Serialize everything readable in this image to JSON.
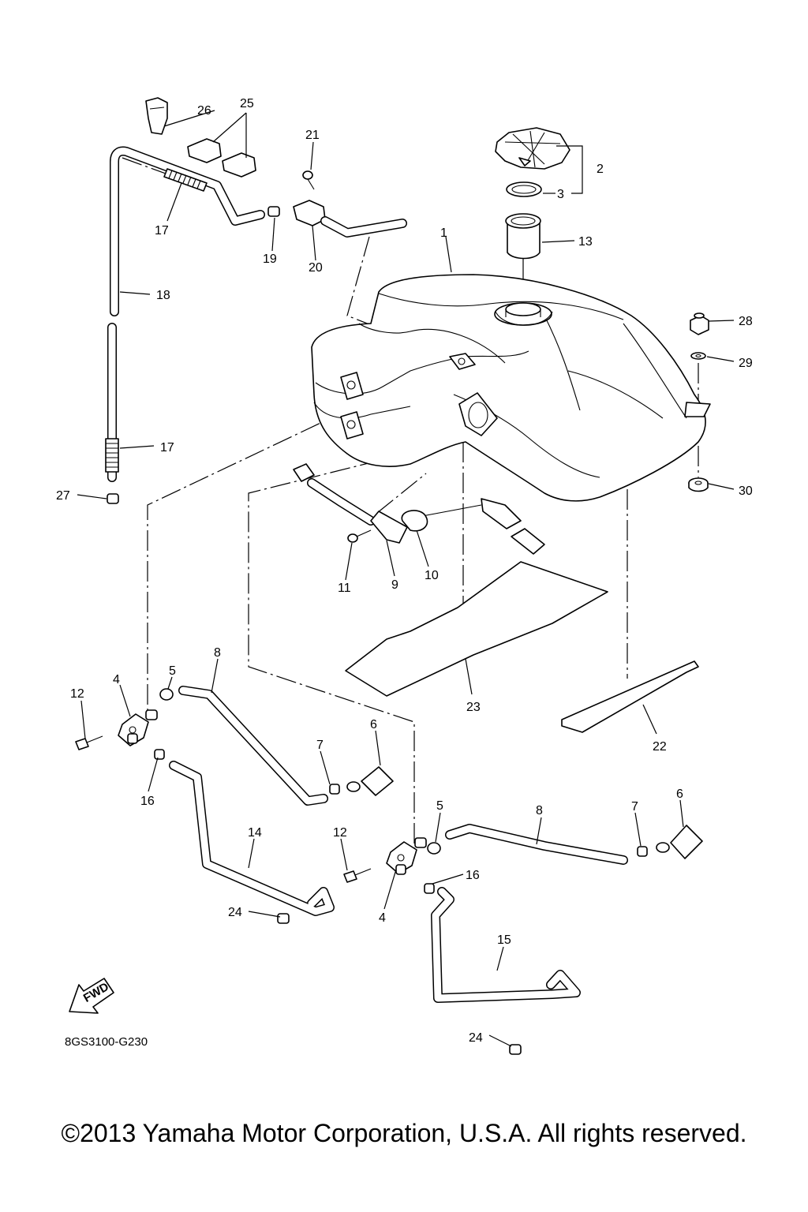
{
  "diagram": {
    "drawing_code": "8GS3100-G230",
    "fwd_label": "FWD",
    "callouts": [
      {
        "id": "c1",
        "label": "1"
      },
      {
        "id": "c2",
        "label": "2"
      },
      {
        "id": "c3",
        "label": "3"
      },
      {
        "id": "c4a",
        "label": "4"
      },
      {
        "id": "c4b",
        "label": "4"
      },
      {
        "id": "c5a",
        "label": "5"
      },
      {
        "id": "c5b",
        "label": "5"
      },
      {
        "id": "c6a",
        "label": "6"
      },
      {
        "id": "c6b",
        "label": "6"
      },
      {
        "id": "c7a",
        "label": "7"
      },
      {
        "id": "c7b",
        "label": "7"
      },
      {
        "id": "c8a",
        "label": "8"
      },
      {
        "id": "c8b",
        "label": "8"
      },
      {
        "id": "c9",
        "label": "9"
      },
      {
        "id": "c10",
        "label": "10"
      },
      {
        "id": "c11",
        "label": "11"
      },
      {
        "id": "c12a",
        "label": "12"
      },
      {
        "id": "c12b",
        "label": "12"
      },
      {
        "id": "c13",
        "label": "13"
      },
      {
        "id": "c14",
        "label": "14"
      },
      {
        "id": "c15",
        "label": "15"
      },
      {
        "id": "c16a",
        "label": "16"
      },
      {
        "id": "c16b",
        "label": "16"
      },
      {
        "id": "c17a",
        "label": "17"
      },
      {
        "id": "c17b",
        "label": "17"
      },
      {
        "id": "c18",
        "label": "18"
      },
      {
        "id": "c19",
        "label": "19"
      },
      {
        "id": "c20",
        "label": "20"
      },
      {
        "id": "c21",
        "label": "21"
      },
      {
        "id": "c22",
        "label": "22"
      },
      {
        "id": "c23",
        "label": "23"
      },
      {
        "id": "c24a",
        "label": "24"
      },
      {
        "id": "c24b",
        "label": "24"
      },
      {
        "id": "c25",
        "label": "25"
      },
      {
        "id": "c26",
        "label": "26"
      },
      {
        "id": "c27",
        "label": "27"
      },
      {
        "id": "c28",
        "label": "28"
      },
      {
        "id": "c29",
        "label": "29"
      },
      {
        "id": "c30",
        "label": "30"
      }
    ]
  },
  "footer": {
    "copyright": "©2013 Yamaha Motor Corporation, U.S.A. All rights reserved."
  }
}
